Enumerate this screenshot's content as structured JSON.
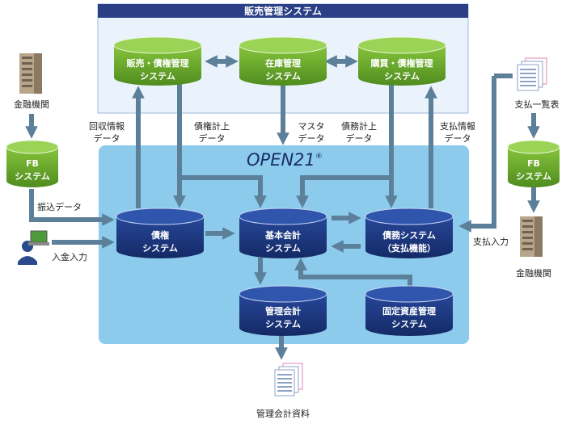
{
  "header": {
    "title": "販売管理システム"
  },
  "open21": {
    "brand": "OPEN21",
    "reg": "®"
  },
  "sales_systems": {
    "sales_ar": [
      "販売・債権管理",
      "システム"
    ],
    "inventory": [
      "在庫管理",
      "システム"
    ],
    "purchase_ap": [
      "購買・債権管理",
      "システム"
    ]
  },
  "core_systems": {
    "receivables": [
      "債権",
      "システム"
    ],
    "general_ledger": [
      "基本会計",
      "システム"
    ],
    "payables": [
      "債務システム",
      "（支払機能）"
    ],
    "management_accounting": [
      "管理会計",
      "システム"
    ],
    "fixed_assets": [
      "固定資産管理",
      "システム"
    ]
  },
  "fb_systems": {
    "left": [
      "FB",
      "システム"
    ],
    "right": [
      "FB",
      "システム"
    ]
  },
  "flow_labels": {
    "collection_info": [
      "回収情報",
      "データ"
    ],
    "receivable_posting": [
      "債権計上",
      "データ"
    ],
    "master_data": [
      "マスタ",
      "データ"
    ],
    "payable_posting": [
      "債務計上",
      "データ"
    ],
    "payment_info": [
      "支払情報",
      "データ"
    ],
    "transfer_data": "振込データ",
    "deposit_input": "入金入力",
    "payment_input": "支払入力"
  },
  "external": {
    "bank_left": "金融機関",
    "bank_right": "金融機関",
    "payment_list": "支払一覧表",
    "mgmt_report": "管理会計資料"
  },
  "colors": {
    "header_bar": "#2a3f85",
    "sales_panel": "#eaf2fb",
    "open21_panel": "#8ccbec",
    "green_cylinder": "#6aa82e",
    "navy_cylinder": "#1d3a80",
    "arrow": "#5c7f9a"
  }
}
